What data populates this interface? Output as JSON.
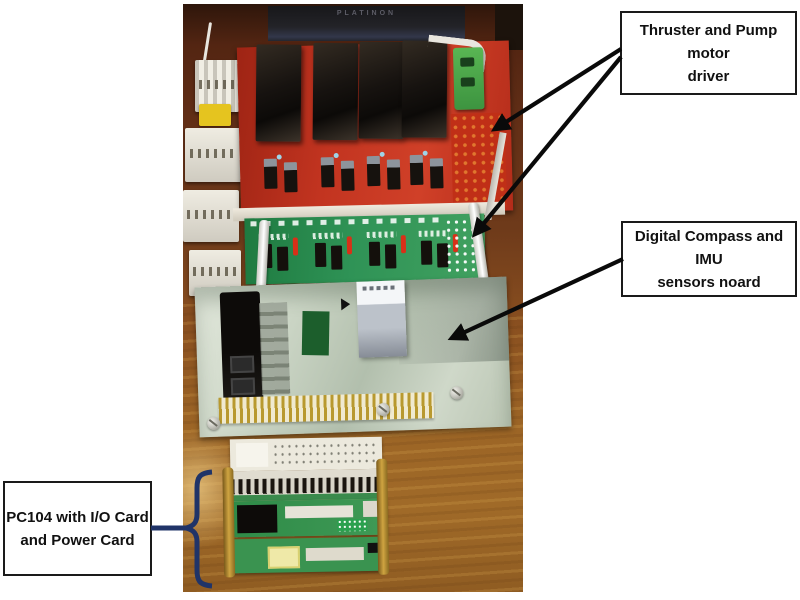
{
  "figure": {
    "callouts": {
      "thruster": {
        "lines": [
          "Thruster and Pump motor",
          "driver"
        ]
      },
      "imu": {
        "lines": [
          "Digital Compass and IMU",
          "sensors noard"
        ]
      },
      "pc104": {
        "lines": [
          "PC104 with I/O Card",
          "and Power Card"
        ]
      }
    },
    "photo": {
      "platinon_text": "PLATINON"
    },
    "colors": {
      "red_driver_board": "#c23420",
      "green_driver_board": "#2f9356",
      "aluminum_plate": "#c7d2c3",
      "pc104_boards": "#3a9350",
      "wood_table": "#8a5020",
      "annotation_arrow": "#0a0a0a",
      "bracket_blue": "#203468",
      "callout_border": "#1a1a1a",
      "callout_background": "#ffffff"
    }
  }
}
